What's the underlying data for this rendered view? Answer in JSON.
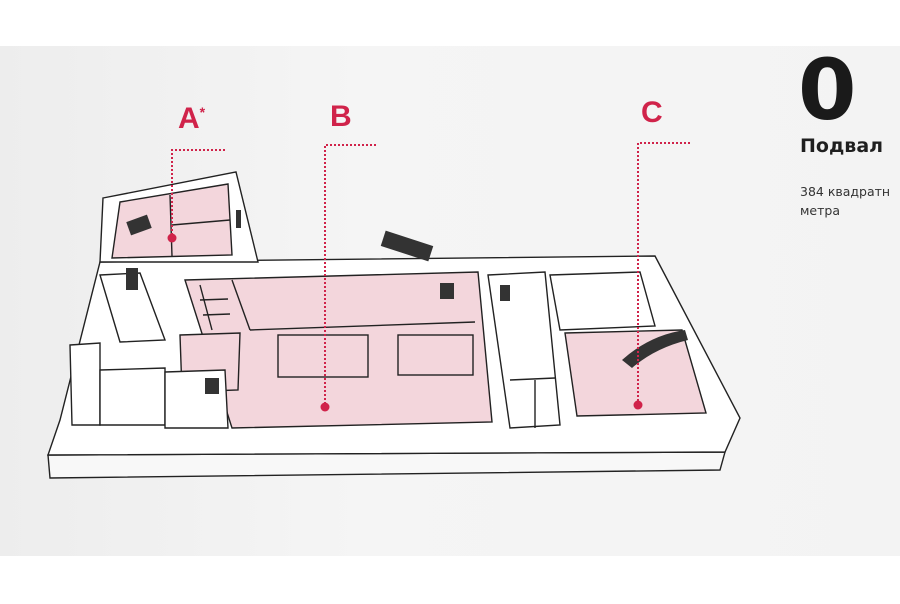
{
  "floor": {
    "number": "0",
    "title": "Подвал",
    "area_line1": "384 квадратн",
    "area_line2": "метра"
  },
  "zones": [
    {
      "label": "A",
      "suffix": "*"
    },
    {
      "label": "B",
      "suffix": ""
    },
    {
      "label": "C",
      "suffix": ""
    }
  ],
  "colors": {
    "accent": "#d0234a",
    "room_fill": "#f3d6dc",
    "line": "#222222"
  }
}
